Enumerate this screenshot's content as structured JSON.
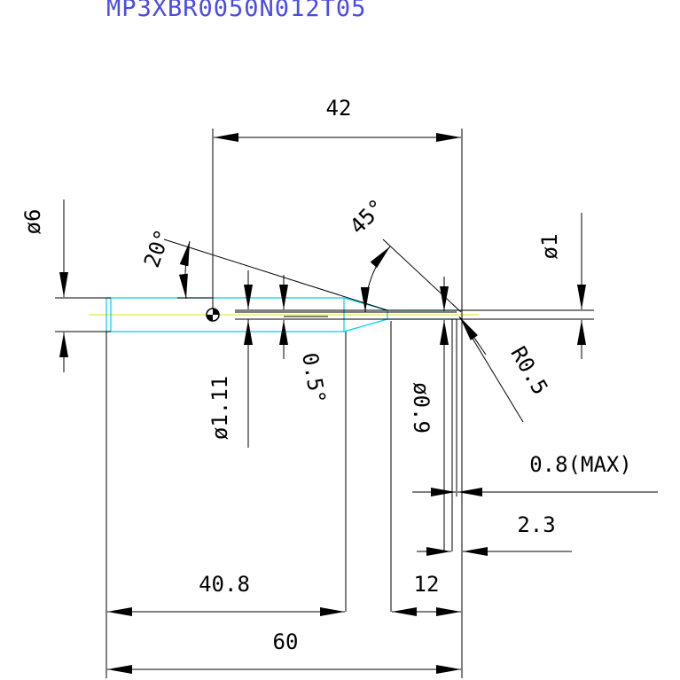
{
  "part_number": "MP3XBR0050N012T05",
  "dimensions": {
    "overall_length": "42",
    "shank_diameter": "ø6",
    "taper_angle": "20°",
    "point_angle": "45°",
    "tip_diameter": "ø1",
    "neck_diameter": "ø1.11",
    "neck_taper_angle": "0.5°",
    "flute_diameter": "ø0.9",
    "corner_radius": "R0.5",
    "tip_offset_max": "0.8(MAX)",
    "tip_step": "2.3",
    "shank_length": "40.8",
    "flute_length": "12",
    "total_length": "60"
  },
  "colors": {
    "title": "#4a4ae8",
    "outline": "#000000",
    "tool_profile": "#00cfe8",
    "centerline": "#e8e000"
  }
}
